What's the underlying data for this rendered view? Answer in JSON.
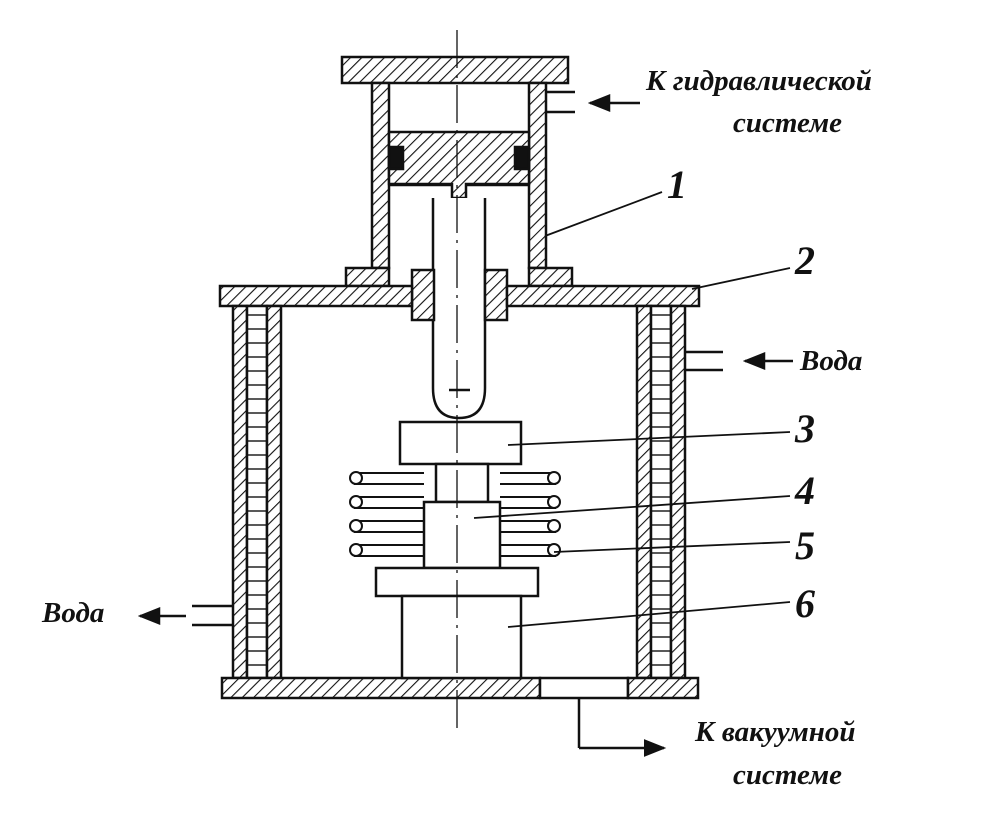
{
  "diagram": {
    "parts": [
      {
        "id": "1",
        "label": "1"
      },
      {
        "id": "2",
        "label": "2"
      },
      {
        "id": "3",
        "label": "3"
      },
      {
        "id": "4",
        "label": "4"
      },
      {
        "id": "5",
        "label": "5"
      },
      {
        "id": "6",
        "label": "6"
      }
    ],
    "connections": {
      "hydraulic_line1": "К гидравлической",
      "hydraulic_line2": "системе",
      "water_in": "Вода",
      "water_out": "Вода",
      "vacuum_line1": "К вакуумной",
      "vacuum_line2": "системе"
    }
  },
  "colors": {
    "ink": "#111111",
    "paper": "#ffffff"
  }
}
